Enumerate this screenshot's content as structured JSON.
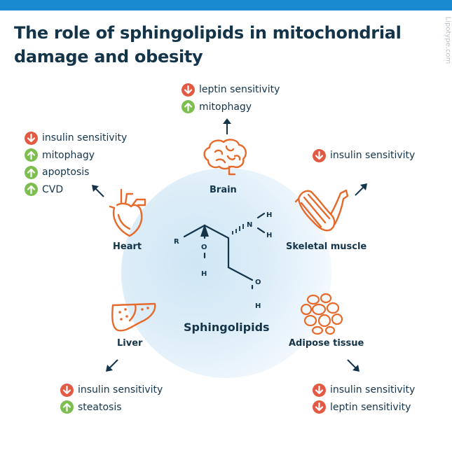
{
  "title": "The role of sphingolipids in mitochondrial damage and obesity",
  "watermark": "Lipotype.com",
  "center": {
    "label": "Sphingolipids"
  },
  "molecule_atoms": {
    "r": "R",
    "n": "N",
    "h1": "H",
    "h2": "H",
    "o1": "O",
    "h3": "H",
    "o2": "O",
    "h4": "H"
  },
  "colors": {
    "top_bar": "#1a8ad0",
    "down": "#e25a43",
    "up": "#7cbe4f",
    "organ": "#e56a2b",
    "text": "#14344a"
  },
  "organs": {
    "brain": {
      "label": "Brain",
      "icon": "brain-icon",
      "effects": [
        {
          "direction": "down",
          "text": "leptin sensitivity"
        },
        {
          "direction": "up",
          "text": "mitophagy"
        }
      ]
    },
    "heart": {
      "label": "Heart",
      "icon": "heart-icon",
      "effects": [
        {
          "direction": "down",
          "text": "insulin sensitivity"
        },
        {
          "direction": "up",
          "text": "mitophagy"
        },
        {
          "direction": "up",
          "text": "apoptosis"
        },
        {
          "direction": "up",
          "text": "CVD"
        }
      ]
    },
    "muscle": {
      "label": "Skeletal muscle",
      "icon": "muscle-icon",
      "effects": [
        {
          "direction": "down",
          "text": "insulin sensitivity"
        }
      ]
    },
    "liver": {
      "label": "Liver",
      "icon": "liver-icon",
      "effects": [
        {
          "direction": "down",
          "text": "insulin sensitivity"
        },
        {
          "direction": "up",
          "text": "steatosis"
        }
      ]
    },
    "adipose": {
      "label": "Adipose tissue",
      "icon": "fat-cells-icon",
      "effects": [
        {
          "direction": "down",
          "text": "insulin sensitivity"
        },
        {
          "direction": "down",
          "text": "leptin sensitivity"
        }
      ]
    }
  }
}
